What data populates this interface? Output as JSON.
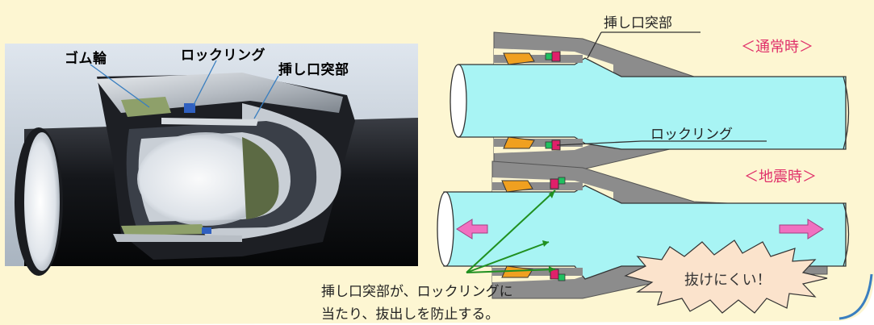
{
  "photo": {
    "label_rubber_ring": "ゴム輪",
    "label_lock_ring": "ロックリング",
    "label_spigot_protrusion": "挿し口突部"
  },
  "diagram_normal": {
    "label_spigot_protrusion": "挿し口突部",
    "state": "＜通常時＞",
    "label_lock_ring": "ロックリング"
  },
  "diagram_earthquake": {
    "state": "＜地震時＞",
    "burst_text": "抜けにくい！"
  },
  "note": {
    "line1": "挿し口突部が、ロックリングに",
    "line2": "当たり、抜出しを防止する。"
  },
  "colors": {
    "background_yellow": "#fdf6d2",
    "pipe_cyan": "#a8f4f4",
    "socket_gray": "#8c8c8c",
    "rubber_orange": "#f0a020",
    "lock_ring_magenta": "#e0206a",
    "seal_green": "#20c060",
    "arrow_pink": "#f070c0",
    "pointer_green": "#209020",
    "state_text_pink": "#e0306a"
  }
}
